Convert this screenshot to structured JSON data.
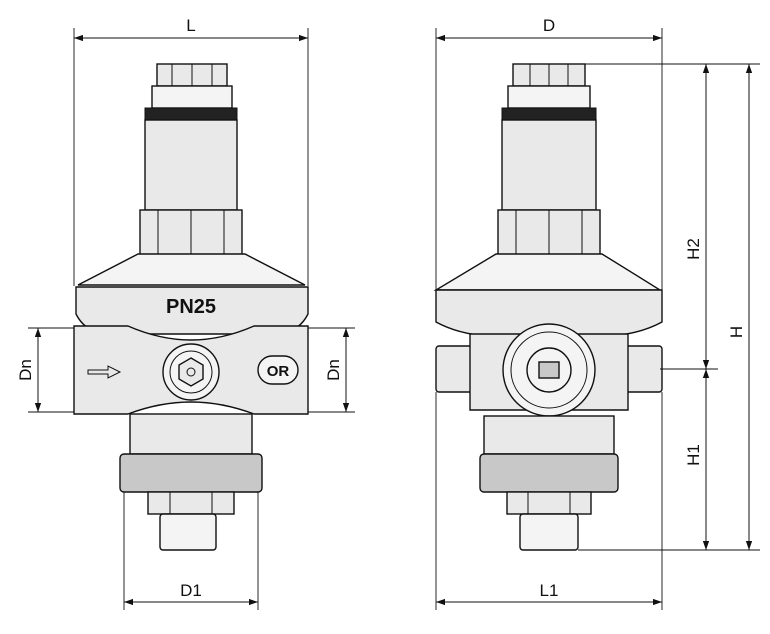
{
  "dimensions": {
    "L": "L",
    "D": "D",
    "D1": "D1",
    "L1": "L1",
    "Dn": "Dn",
    "H": "H",
    "H1": "H1",
    "H2": "H2"
  },
  "marking": {
    "pressure_rating": "PN25",
    "logo": "OR"
  },
  "colors": {
    "line": "#111111",
    "body_fill": "#e9e9e9",
    "band_fill": "#222222"
  }
}
